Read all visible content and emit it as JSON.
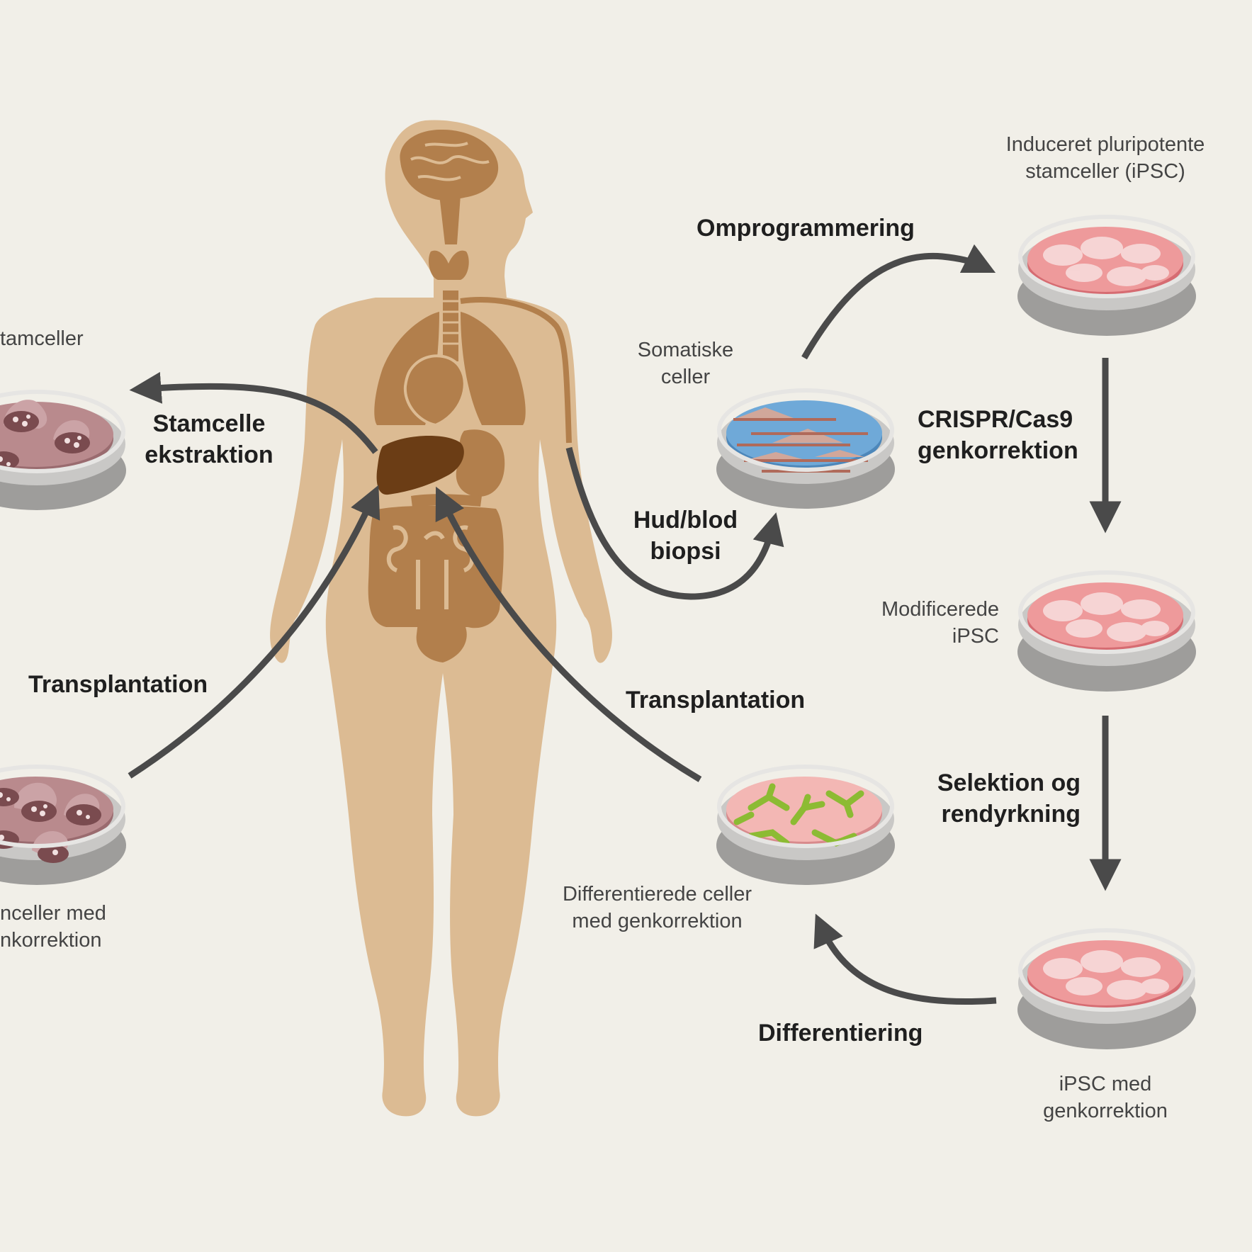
{
  "labels": {
    "stamceller_top": "tamceller",
    "stamcelle_ekstraktion": [
      "Stamcelle",
      "ekstraktion"
    ],
    "transplantation_left": "Transplantation",
    "stamceller_bottom": [
      "nceller med",
      "nkorrektion"
    ],
    "omprogrammering": "Omprogrammering",
    "induceret": [
      "Induceret pluripotente",
      "stamceller (iPSC)"
    ],
    "somatiske": [
      "Somatiske",
      "celler"
    ],
    "crispr": [
      "CRISPR/Cas9",
      "genkorrektion"
    ],
    "hud_blod": [
      "Hud/blod",
      "biopsi"
    ],
    "modificerede": [
      "Modificerede",
      "iPSC"
    ],
    "transplantation_mid": "Transplantation",
    "selektion": [
      "Selektion og",
      "rendyrkning"
    ],
    "differentierede": [
      "Differentierede celler",
      "med genkorrektion"
    ],
    "differentiering": "Differentiering",
    "ipsc_med": [
      "iPSC med",
      "genkorrektion"
    ]
  },
  "colors": {
    "background": "#f1efe8",
    "skin": "#dcbb93",
    "organ": "#b27f4c",
    "liver": "#6b3d15",
    "arrow": "#4a4a4a",
    "dish_rim": "#c9c8c6",
    "ipsc_medium": "#ee9a9b",
    "somatic_medium": "#6fa9d8",
    "differentiated_medium": "#f3b7b4",
    "stemcell_medium": "#b98a8d",
    "cell_green": "#8cbb33"
  }
}
